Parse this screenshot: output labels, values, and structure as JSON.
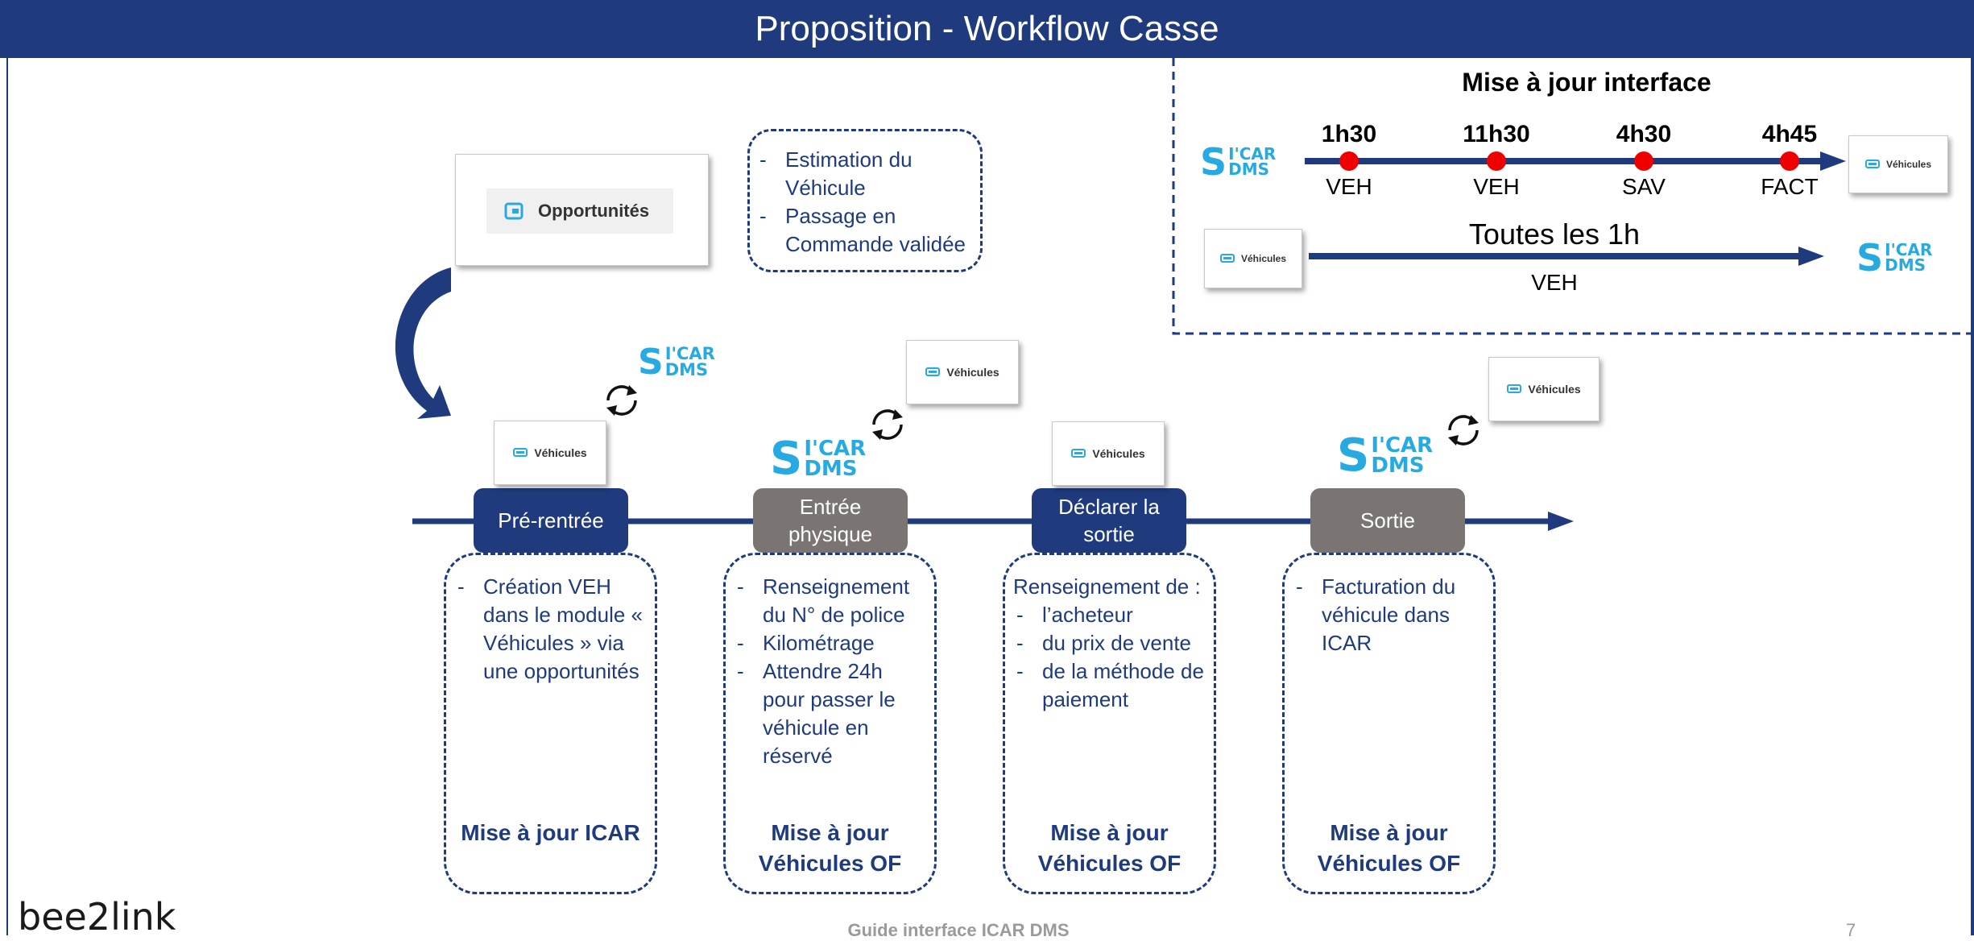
{
  "title": "Proposition - Workflow Casse",
  "colors": {
    "navy": "#1f3a7d",
    "grey": "#7a7573",
    "red": "#ee0000",
    "sky": "#27a9e1"
  },
  "opportunites_label": "Opportunités",
  "vehicules_label": "Véhicules",
  "sicar": {
    "s": "S",
    "line1": "I'CAR",
    "line2": "DMS"
  },
  "estimation": [
    "Estimation du Véhicule",
    "Passage en Commande validée"
  ],
  "update_panel": {
    "title": "Mise à jour interface",
    "times": [
      "1h30",
      "11h30",
      "4h30",
      "4h45"
    ],
    "labels": [
      "VEH",
      "VEH",
      "SAV",
      "FACT"
    ],
    "every": "Toutes les 1h",
    "every_label": "VEH"
  },
  "steps": [
    {
      "label": "Pré-rentrée",
      "bullets": [
        "Création VEH dans le module « Véhicules » via une opportunités"
      ],
      "footer": "Mise à jour ICAR"
    },
    {
      "label": "Entrée physique",
      "bullets": [
        "Renseignement du N° de police",
        "Kilométrage",
        "Attendre 24h pour passer le véhicule en réservé"
      ],
      "footer": "Mise à jour Véhicules OF"
    },
    {
      "label": "Déclarer la sortie",
      "intro": "Renseignement de :",
      "bullets": [
        "l’acheteur",
        "du prix de vente",
        "de la méthode de paiement"
      ],
      "footer": "Mise à jour Véhicules OF"
    },
    {
      "label": "Sortie",
      "bullets": [
        "Facturation du véhicule dans ICAR"
      ],
      "footer": "Mise à jour Véhicules OF"
    }
  ],
  "footer": {
    "brand": "bee2link",
    "center": "Guide interface ICAR DMS",
    "page": "7"
  }
}
